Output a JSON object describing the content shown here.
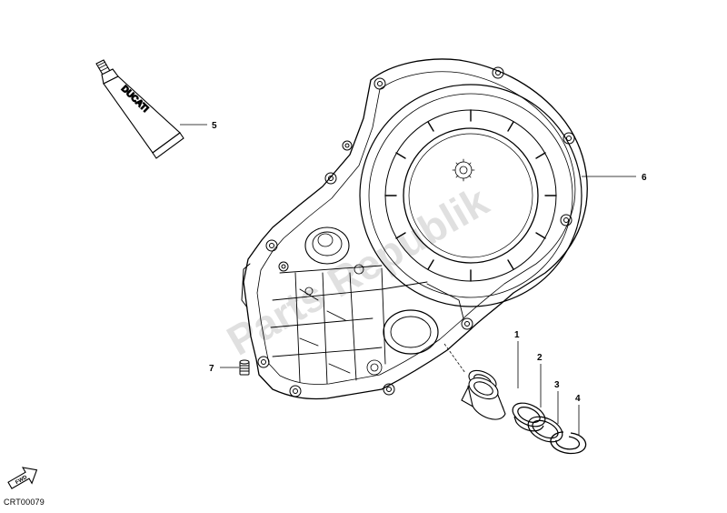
{
  "callouts": {
    "p1": "1",
    "p2": "2",
    "p3": "3",
    "p4": "4",
    "p5": "5",
    "p6": "6",
    "p7": "7"
  },
  "tube_brand": "DUCATI",
  "watermark": "Parts Republik",
  "forward_badge": "FWD",
  "drawing_code": "CRT00079"
}
